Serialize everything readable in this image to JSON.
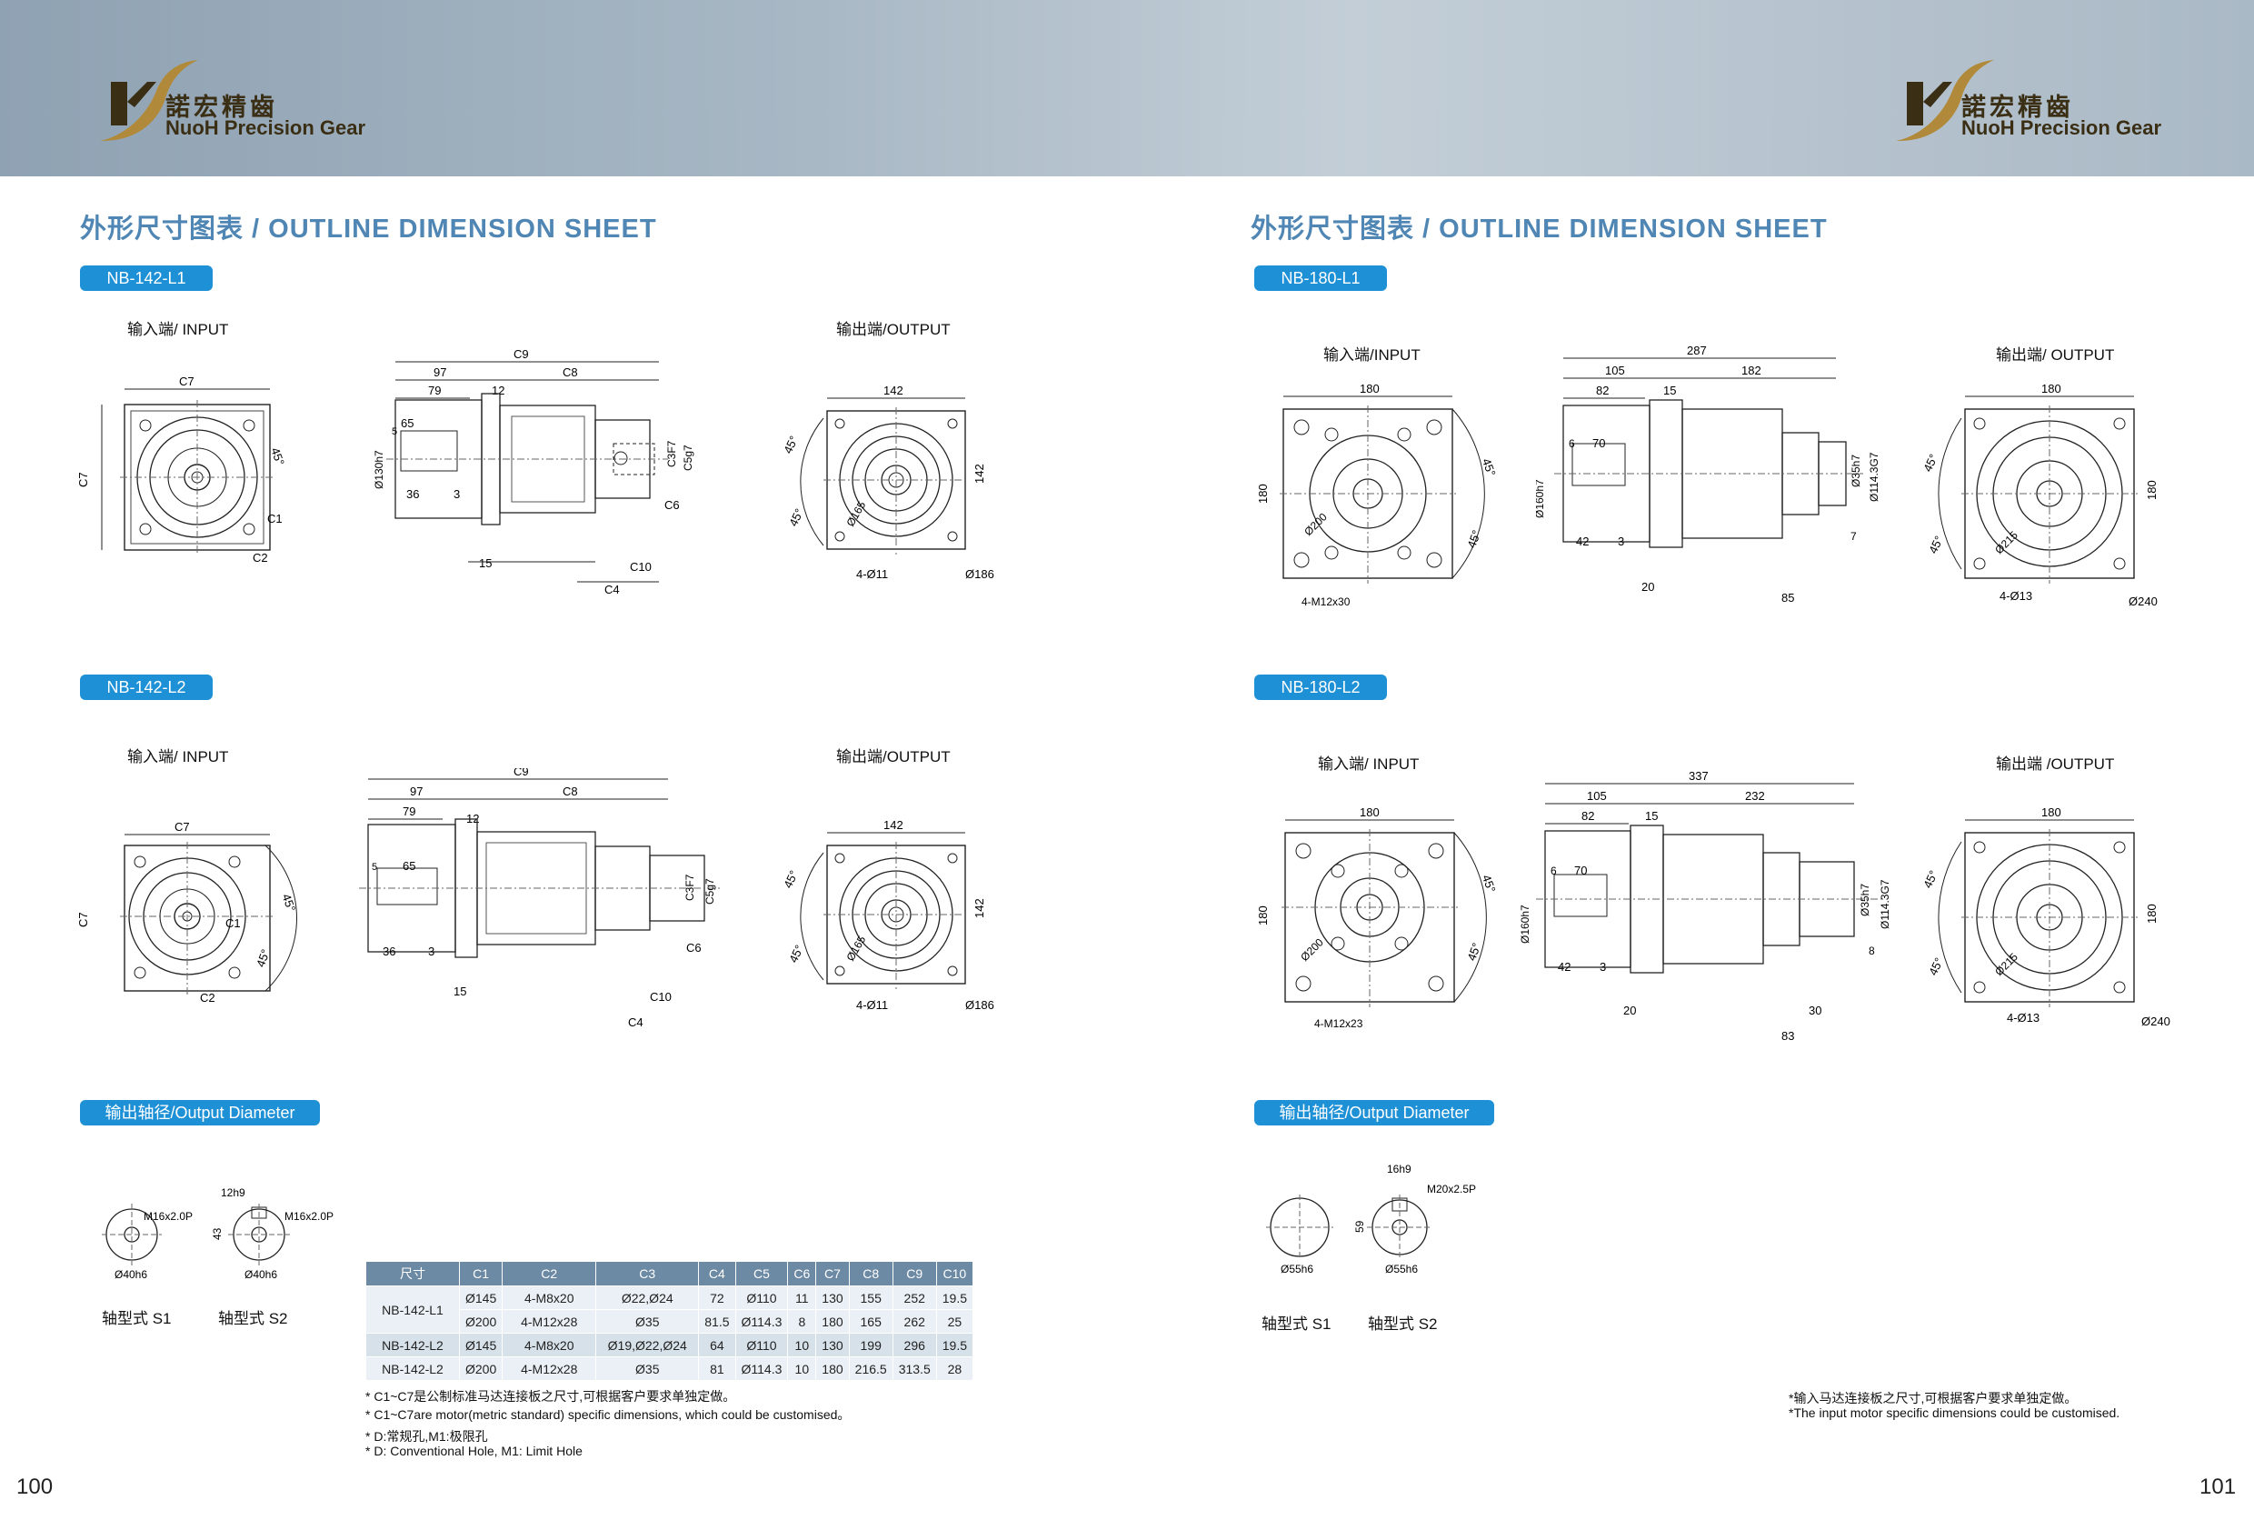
{
  "logo": {
    "cn": "諾宏精齒",
    "en": "NuoH Precision Gear"
  },
  "section_title": "外形尺寸图表 / OUTLINE DIMENSION SHEET",
  "left": {
    "model1": "NB-142-L1",
    "model2": "NB-142-L2",
    "input_label": "输入端/ INPUT",
    "output_label": "输出端/OUTPUT",
    "shaft_title": "输出轴径/Output Diameter",
    "shaft_s1": "轴型式 S1",
    "shaft_s2": "轴型式 S2",
    "page": "100"
  },
  "right": {
    "model1": "NB-180-L1",
    "model2": "NB-180-L2",
    "input_label1": "输入端/INPUT",
    "input_label2": "输入端/ INPUT",
    "output_label1": "输出端/ OUTPUT",
    "output_label2": "输出端 /OUTPUT",
    "shaft_title": "输出轴径/Output Diameter",
    "shaft_s1": "轴型式 S1",
    "shaft_s2": "轴型式 S2",
    "note1": "*输入马达连接板之尺寸,可根据客户要求单独定做。",
    "note2": "*The input motor specific dimensions could be customised.",
    "page": "101"
  },
  "table": {
    "headers": [
      "尺寸",
      "C1",
      "C2",
      "C3",
      "C4",
      "C5",
      "C6",
      "C7",
      "C8",
      "C9",
      "C10"
    ],
    "rows": [
      [
        "NB-142-L1",
        "Ø145",
        "4-M8x20",
        "Ø22,Ø24",
        "72",
        "Ø110",
        "11",
        "130",
        "155",
        "252",
        "19.5"
      ],
      [
        "",
        "Ø200",
        "4-M12x28",
        "Ø35",
        "81.5",
        "Ø114.3",
        "8",
        "180",
        "165",
        "262",
        "25"
      ],
      [
        "NB-142-L2",
        "Ø145",
        "4-M8x20",
        "Ø19,Ø22,Ø24",
        "64",
        "Ø110",
        "10",
        "130",
        "199",
        "296",
        "19.5"
      ],
      [
        "NB-142-L2",
        "Ø200",
        "4-M12x28",
        "Ø35",
        "81",
        "Ø114.3",
        "10",
        "180",
        "216.5",
        "313.5",
        "28"
      ]
    ]
  },
  "notes_left": [
    "* C1~C7是公制标准马达连接板之尺寸,可根据客户要求单独定做。",
    "* C1~C7are motor(metric standard)  specific dimensions, which could be customised。",
    "* D:常规孔,M1:极限孔",
    "* D: Conventional Hole, M1: Limit Hole"
  ],
  "dims": {
    "in_c7": "C7",
    "c1": "C1",
    "c2": "C2",
    "deg45": "45°",
    "side_c9": "C9",
    "side_97": "97",
    "side_c8": "C8",
    "side_79": "79",
    "side_12": "12",
    "side_65": "65",
    "side_5": "5",
    "side_36": "36",
    "side_3": "3",
    "side_15": "15",
    "side_c4": "C4",
    "side_c10": "C10",
    "side_c6": "C6",
    "side_c5": "C5g7",
    "side_c3": "C3F7",
    "side_d130": "Ø130h7",
    "out_142": "142",
    "out_165": "Ø165",
    "out_4011": "4-Ø11",
    "out_186": "Ø186",
    "r_180": "180",
    "r_200": "Ø200",
    "r_m12x30": "4-M12x30",
    "r_m12x23": "4-M12x23",
    "r_287": "287",
    "r_105": "105",
    "r_182": "182",
    "r_82": "82",
    "r_15": "15",
    "r_6": "6",
    "r_70": "70",
    "r_42": "42",
    "r_3": "3",
    "r_20": "20",
    "r_85": "85",
    "r_7": "7",
    "r_d160": "Ø160h7",
    "r_d35": "Ø35h7",
    "r_d114": "Ø114.3G7",
    "r_337": "337",
    "r_232": "232",
    "r_83": "83",
    "r_30": "30",
    "r_8": "8",
    "r_215": "Ø215",
    "r_4013": "4-Ø13",
    "r_240": "Ø240",
    "sh_m16": "M16x2.0P",
    "sh_12": "12h9",
    "sh_43": "43",
    "sh_d40": "Ø40h6",
    "sh_16": "16h9",
    "sh_m20": "M20x2.5P",
    "sh_59": "59",
    "sh_d55": "Ø55h6"
  }
}
